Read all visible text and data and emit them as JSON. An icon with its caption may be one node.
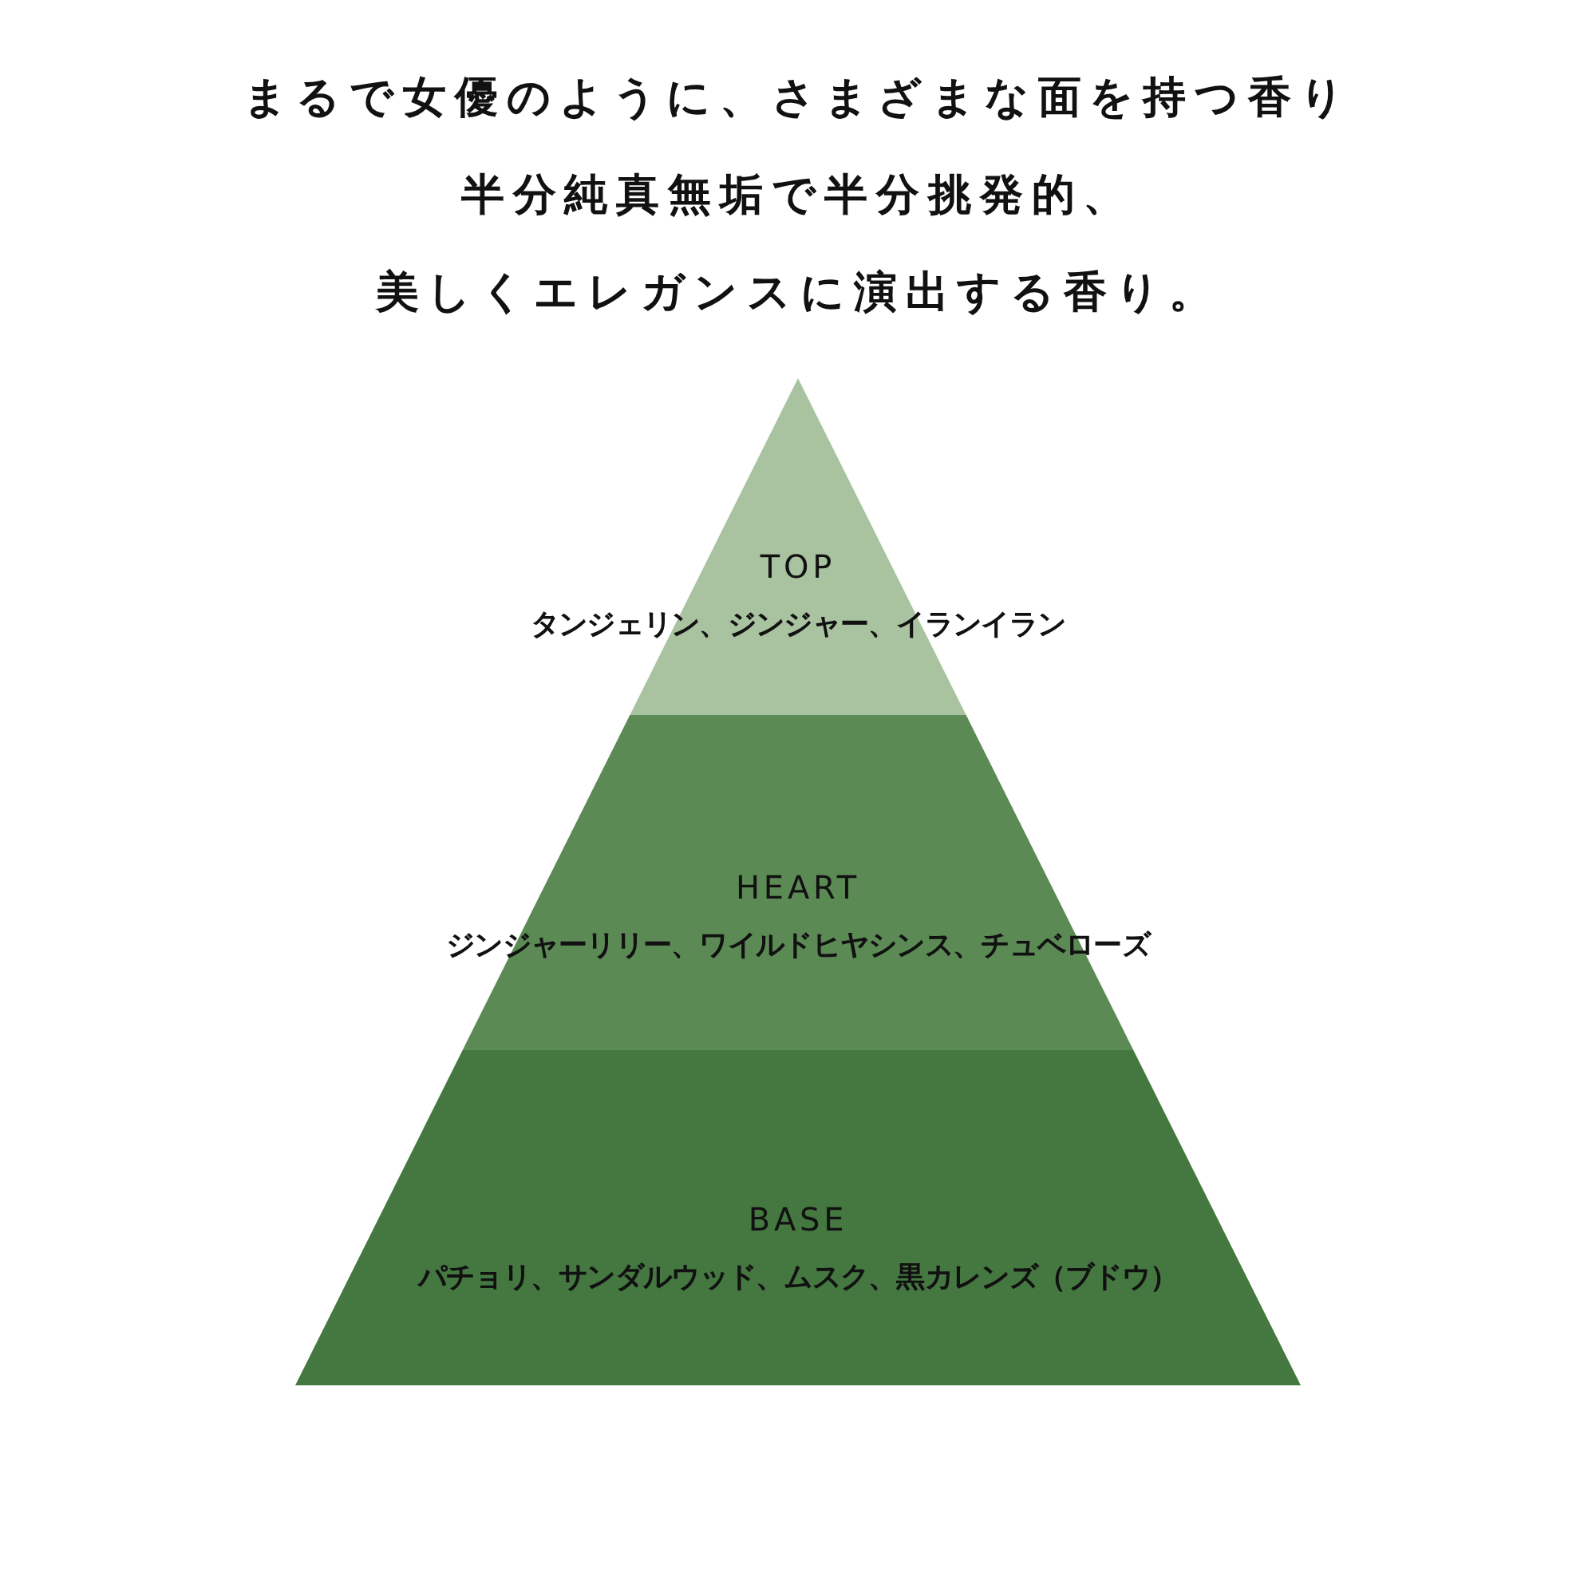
{
  "diagram": {
    "nodes": [
      {
        "text": [
          "TOP",
          "タンジェリン、ジンジャー、イランイラン"
        ]
      },
      {
        "text": [
          "HEART",
          "ジンジャーリリー、ワイルドヒヤシンス、チュベローズ"
        ]
      },
      {
        "text": [
          "BASE",
          "パチョリ、サンダルウッド、ムスク、黒カレンズ（ブドウ）"
        ]
      }
    ],
    "labels": [
      "まるで女優のように、さまざまな面を持つ香り",
      "半分純真無垢で半分挑発的、",
      "美しくエレガンスに演出する香り。"
    ]
  }
}
